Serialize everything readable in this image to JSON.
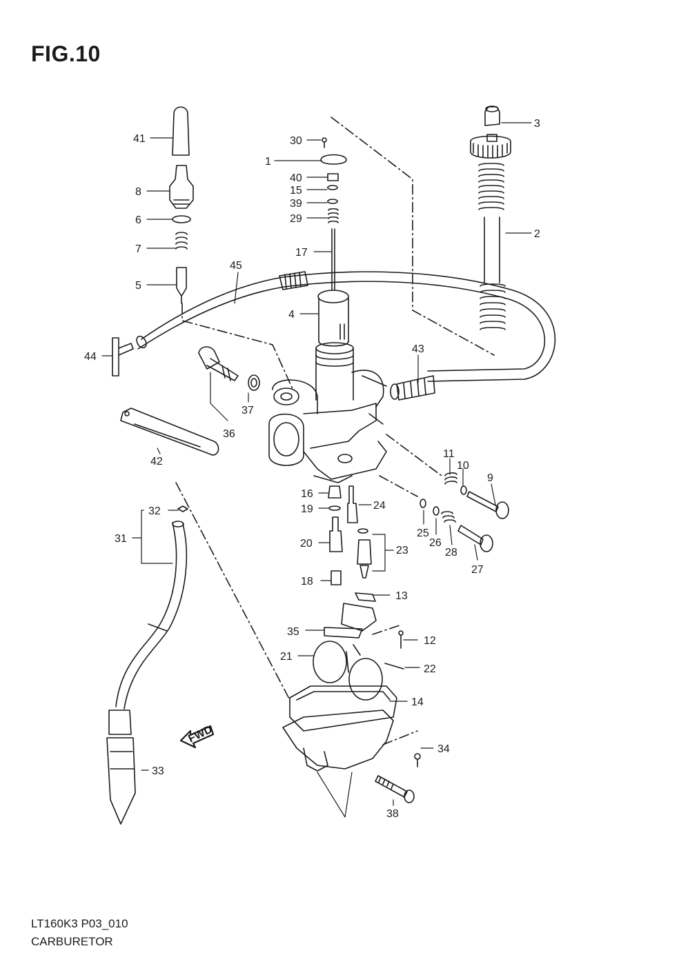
{
  "figure": {
    "title": "FIG.10",
    "code": "LT160K3 P03_010",
    "name": "CARBURETOR",
    "fwd_label": "FWD"
  },
  "callouts": {
    "c1": "1",
    "c2": "2",
    "c3": "3",
    "c4": "4",
    "c5": "5",
    "c6": "6",
    "c7": "7",
    "c8": "8",
    "c9": "9",
    "c10": "10",
    "c11": "11",
    "c12": "12",
    "c13": "13",
    "c14": "14",
    "c15": "15",
    "c16": "16",
    "c17": "17",
    "c18": "18",
    "c19": "19",
    "c20": "20",
    "c21": "21",
    "c22": "22",
    "c23": "23",
    "c24": "24",
    "c25": "25",
    "c26": "26",
    "c27": "27",
    "c28": "28",
    "c29": "29",
    "c30": "30",
    "c31": "31",
    "c32": "32",
    "c33": "33",
    "c34": "34",
    "c35": "35",
    "c36": "36",
    "c37": "37",
    "c38": "38",
    "c39": "39",
    "c40": "40",
    "c41": "41",
    "c42": "42",
    "c43": "43",
    "c44": "44",
    "c45": "45"
  }
}
